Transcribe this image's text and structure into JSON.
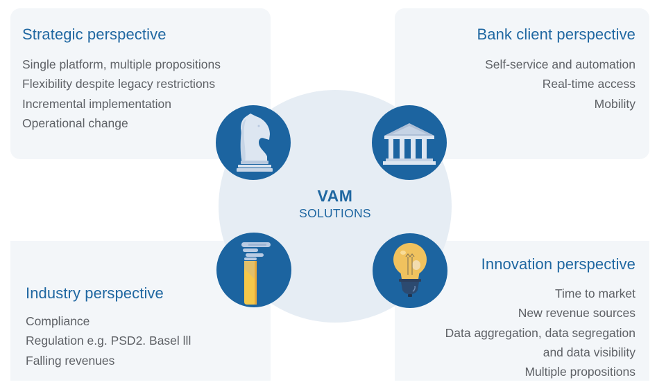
{
  "center": {
    "title": "VAM",
    "subtitle": "SOLUTIONS"
  },
  "colors": {
    "accent": "#1f67a1",
    "icon_circle": "#1c64a0",
    "panel_bg": "#f3f6f9",
    "hub_bg": "#e6edf4",
    "body_text": "#5e6166"
  },
  "panels": {
    "strategic": {
      "title": "Strategic perspective",
      "icon": "chess-knight-icon",
      "items": [
        "Single platform, multiple propositions",
        "Flexibility despite legacy restrictions",
        "Incremental implementation",
        "Operational change"
      ]
    },
    "bank_client": {
      "title": "Bank client perspective",
      "icon": "bank-building-icon",
      "items": [
        "Self-service and automation",
        "Real-time access",
        "Mobility"
      ]
    },
    "industry": {
      "title": "Industry perspective",
      "icon": "factory-chimney-icon",
      "items": [
        "Compliance",
        "Regulation e.g. PSD2. Basel lll",
        "Falling revenues"
      ]
    },
    "innovation": {
      "title": "Innovation perspective",
      "icon": "light-bulb-icon",
      "items": [
        "Time to market",
        "New revenue sources",
        "Data aggregation, data segregation",
        "and data visibility",
        "Multiple propositions"
      ]
    }
  }
}
